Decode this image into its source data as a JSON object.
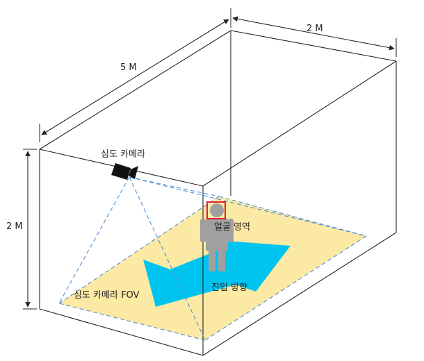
{
  "labels": {
    "width": "2 M",
    "length": "5 M",
    "height": "2 M",
    "camera": "심도 카메라",
    "face_area": "얼굴 영역",
    "entry_direction": "진입 방향",
    "camera_fov": "심도 카메라 FOV"
  },
  "colors": {
    "floor_fov": "#fce9a3",
    "arrow": "#00c4f0",
    "person": "#a0a0a0",
    "face_box": "#e02030",
    "fov_lines": "#4a90d9",
    "edges": "#222222"
  }
}
